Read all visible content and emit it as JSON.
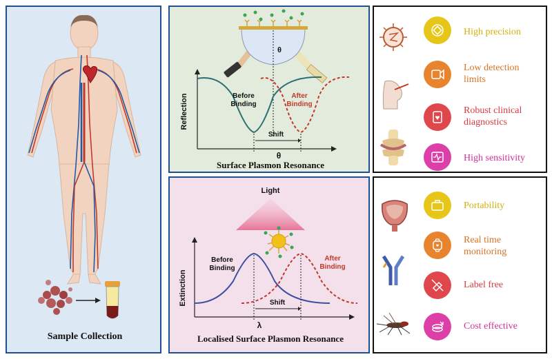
{
  "sample_panel": {
    "title": "Sample Collection"
  },
  "spr_panel": {
    "title": "Surface Plasmon Resonance",
    "y_axis_label": "Reflection",
    "x_axis_label": "θ",
    "angle_label": "θ",
    "before_label": [
      "Before",
      "Binding"
    ],
    "after_label": [
      "After",
      "Binding"
    ],
    "shift_label": "Shift",
    "colors": {
      "before": "#2c6e74",
      "after": "#c0392b"
    }
  },
  "lspr_panel": {
    "title": "Localised Surface Plasmon Resonance",
    "light_label": "Light",
    "y_axis_label": "Extinction",
    "x_axis_label": "λ",
    "before_label": [
      "Before",
      "Binding"
    ],
    "after_label": [
      "After",
      "Binding"
    ],
    "shift_label": "Shift",
    "colors": {
      "before": "#3f4fa0",
      "after": "#c0392b"
    }
  },
  "features_top": [
    {
      "label": [
        "High precision"
      ],
      "color": "#e6c619",
      "icon": "diamond-target-icon",
      "side_icon": "virus-icon"
    },
    {
      "label": [
        "Low detection",
        "limits"
      ],
      "color": "#e8842e",
      "icon": "detection-icon",
      "side_icon": "nasal-swab-icon"
    },
    {
      "label": [
        "Robust clinical",
        "diagnostics"
      ],
      "color": "#e0474c",
      "icon": "clipboard-heart-icon",
      "side_icon": "joint-icon"
    },
    {
      "label": [
        "High sensitivity"
      ],
      "color": "#dd3fa8",
      "icon": "waveform-icon",
      "side_icon": ""
    }
  ],
  "features_bottom": [
    {
      "label": [
        "Portability"
      ],
      "color": "#e6c619",
      "icon": "briefcase-icon",
      "side_icon": "bladder-icon"
    },
    {
      "label": [
        "Real time",
        "monitoring"
      ],
      "color": "#e8842e",
      "icon": "smartwatch-icon",
      "side_icon": ""
    },
    {
      "label": [
        "Label free"
      ],
      "color": "#e0474c",
      "icon": "no-tag-icon",
      "side_icon": "antibody-icon"
    },
    {
      "label": [
        "Cost effective"
      ],
      "color": "#dd3fa8",
      "icon": "coins-icon",
      "side_icon": "mosquito-icon"
    }
  ]
}
